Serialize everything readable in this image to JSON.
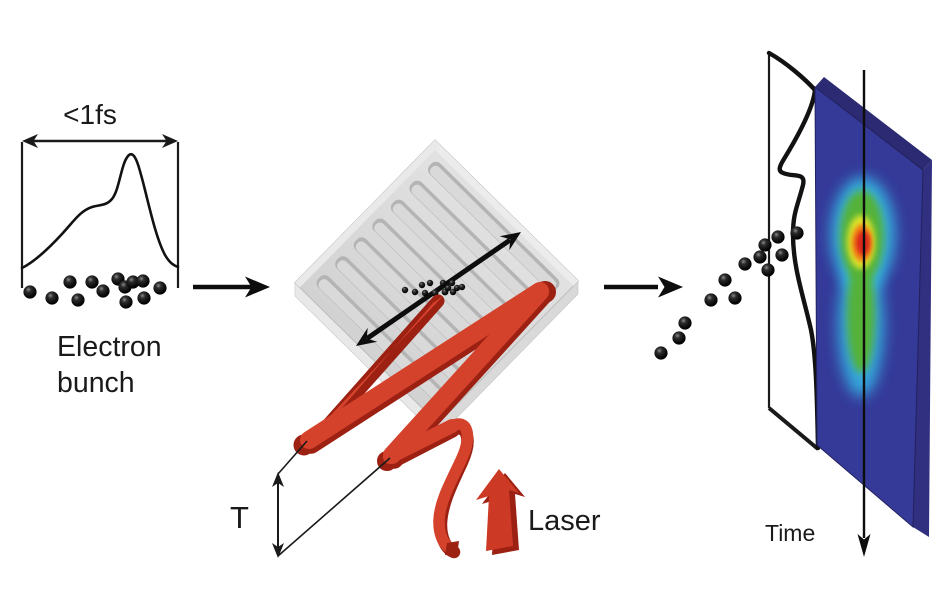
{
  "labels": {
    "bunch_width": "<1fs",
    "electron_line1": "Electron",
    "electron_line2": "bunch",
    "period": "T",
    "laser": "Laser",
    "time": "Time"
  },
  "colors": {
    "ink": "#1a1a1a",
    "laser_red": "#d5422c",
    "laser_red_dark": "#9c2113",
    "grating_face_gray": "#dcdcdc",
    "grating_groove_gray": "#b6b6b6",
    "screen_blue": "#353a99",
    "screen_edge_indigo": "#2b2a72",
    "heatmap_scale": [
      "#35bce8",
      "#55b238",
      "#dce22c",
      "#f28418",
      "#d8281c"
    ],
    "electron_dot": "#111111"
  }
}
